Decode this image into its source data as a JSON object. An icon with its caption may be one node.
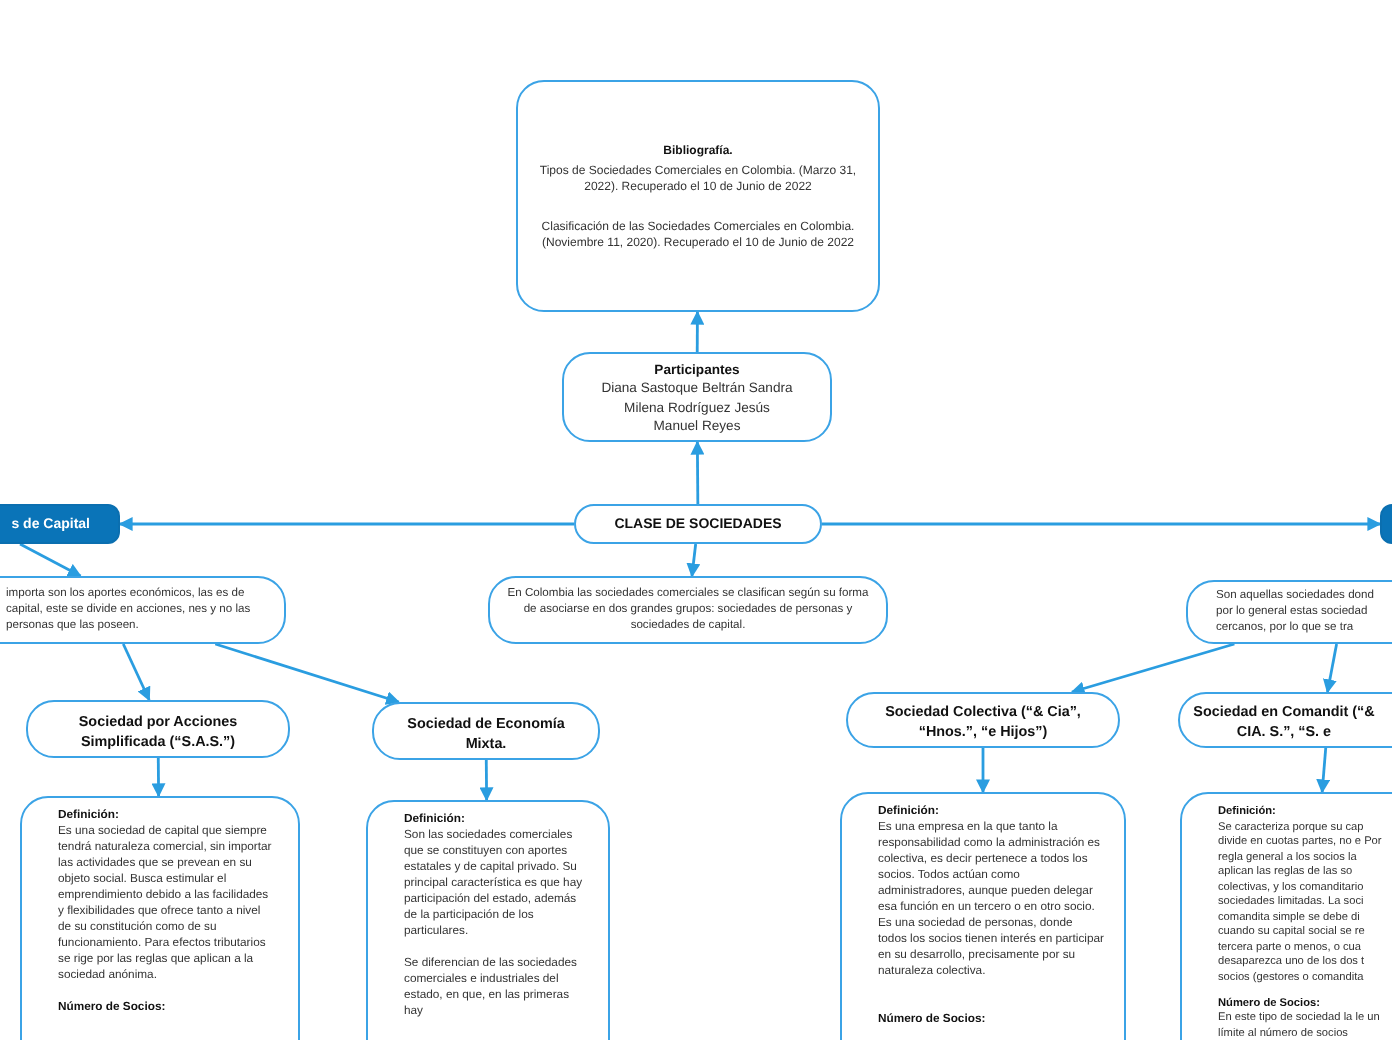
{
  "diagram": {
    "nodes": [
      {
        "text": [
          "Bibliografía.",
          "Tipos de Sociedades Comerciales en Colombia. (Marzo 31, 2022). Recuperado el 10 de Junio de 2022",
          "Clasificación de las Sociedades Comerciales en Colombia. (Noviembre 11, 2020). Recuperado el 10 de Junio de 2022"
        ]
      },
      {
        "text": [
          "Participantes",
          "Diana Sastoque Beltrán Sandra Milena Rodríguez Jesús Manuel Reyes"
        ]
      },
      {
        "text": [
          "CLASE DE SOCIEDADES"
        ]
      },
      {
        "text": [
          "s de Capital"
        ]
      },
      {
        "text": [],
        "shape": "box"
      },
      {
        "text": [
          "importa son los aportes económicos, las es de capital, este se divide en acciones, nes y no las personas que las poseen."
        ]
      },
      {
        "text": [
          "En Colombia las sociedades comerciales se clasifican según su forma de asociarse en dos grandes grupos: sociedades de personas y sociedades de capital."
        ]
      },
      {
        "text": [
          "Son aquellas sociedades dond por lo general estas sociedad cercanos, por lo que se tra"
        ]
      },
      {
        "text": [
          "Sociedad por Acciones Simplificada (“S.A.S.”)"
        ]
      },
      {
        "text": [
          "Sociedad de Economía Mixta."
        ]
      },
      {
        "text": [
          "Sociedad Colectiva (“& Cia”, “Hnos.”, “e Hijos”)"
        ]
      },
      {
        "text": [
          "Sociedad en Comandit (“& CIA. S.”, “S. e"
        ]
      },
      {
        "text": [
          "Definición:",
          "Es una sociedad de capital que siempre tendrá naturaleza comercial, sin importar las actividades que se prevean en su objeto social. Busca estimular el emprendimiento debido a las facilidades y flexibilidades que ofrece tanto a nivel de su constitución como de su funcionamiento. Para efectos tributarios se rige por las reglas que aplican a la sociedad anónima.",
          "Número de Socios:"
        ]
      },
      {
        "text": [
          "Definición:",
          "Son las sociedades comerciales que se constituyen con aportes estatales y de capital privado. Su principal característica es que hay participación del estado, además de la participación de los particulares.",
          "Se diferencian de las sociedades comerciales e industriales del estado, en que, en las primeras hay"
        ]
      },
      {
        "text": [
          "Definición:",
          "Es una empresa en la que tanto la responsabilidad como la administración es colectiva, es decir pertenece a todos los socios. Todos actúan como administradores, aunque pueden delegar esa función en un tercero o en otro socio. Es una sociedad de personas, donde todos los socios tienen interés en participar en su desarrollo, precisamente por su naturaleza colectiva.",
          "Número de Socios:"
        ]
      },
      {
        "text": [
          "Definición:",
          "Se caracteriza porque su cap divide en cuotas partes, no e Por regla general a los socios la aplican las reglas de las so colectivas, y los comanditario sociedades limitadas. La soci comandita simple se debe di cuando su capital social se re tercera parte o menos, o cua desaparezca uno de los dos t socios (gestores o comandita",
          "Número de Socios:",
          "En este tipo de sociedad la le un límite al número de socios"
        ]
      }
    ],
    "edges": [
      {
        "from": 1,
        "to": 0,
        "arrow": "to"
      },
      {
        "from": 2,
        "to": 1,
        "arrow": "to"
      },
      {
        "from": 2,
        "to": 3,
        "arrow": "to"
      },
      {
        "from": 2,
        "to": 4,
        "arrow": "to"
      },
      {
        "from": 2,
        "to": 6,
        "arrow": "to"
      },
      {
        "from": 3,
        "to": 5,
        "arrow": "to"
      },
      {
        "from": 5,
        "to": 8,
        "arrow": "to"
      },
      {
        "from": 5,
        "to": 9,
        "arrow": "to"
      },
      {
        "from": 7,
        "to": 10,
        "arrow": "to"
      },
      {
        "from": 7,
        "to": 11,
        "arrow": "to"
      },
      {
        "from": 8,
        "to": 12,
        "arrow": "to"
      },
      {
        "from": 9,
        "to": 13,
        "arrow": "to"
      },
      {
        "from": 10,
        "to": 14,
        "arrow": "to"
      },
      {
        "from": 11,
        "to": 15,
        "arrow": "to"
      }
    ]
  }
}
